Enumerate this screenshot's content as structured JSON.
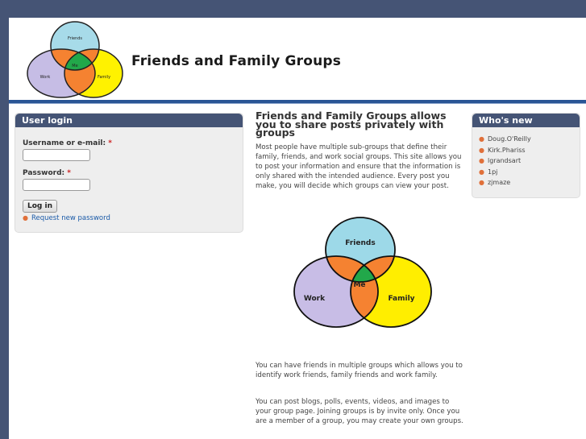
{
  "header": {
    "site_title": "Friends and Family Groups",
    "logo": {
      "labels": {
        "top": "Friends",
        "left": "Work",
        "right": "Family",
        "center": "Me"
      }
    }
  },
  "login": {
    "title": "User login",
    "username_label": "Username or e-mail:",
    "password_label": "Password:",
    "required_marker": "*",
    "username_value": "",
    "password_value": "",
    "login_button": "Log in",
    "request_password_link": "Request new password"
  },
  "main": {
    "heading": "Friends and Family Groups allows you to share posts privately with groups",
    "paragraph1": "Most people have multiple sub-groups that define their family,  friends, and work social groups.   This site allows you to post your information and ensure that the information is only shared with the intended audience.       Every post you make,  you will decide which groups can view your post.",
    "venn": {
      "friends": "Friends",
      "work": "Work",
      "family": "Family",
      "me": "Me",
      "colors": {
        "friends": "#9dd9e8",
        "work": "#c8bde6",
        "family": "#ffee00",
        "overlap": "#f58231",
        "me": "#22a84a"
      }
    },
    "paragraph2": "You can have friends in multiple groups which allows you to identify work friends,  family friends and work family.",
    "paragraph3": "You can post blogs,  polls,  events,  videos, and images to your group page.  Joining groups is by invite only.  Once you are a member of a group,  you may create your own groups."
  },
  "whos_new": {
    "title": "Who's new",
    "users": [
      "Doug.O'Reilly",
      "Kirk.Phariss",
      "lgrandsart",
      "1pj",
      "zjmaze"
    ]
  },
  "colors": {
    "brand": "#455475",
    "divider": "#2a5595",
    "link": "#1a5aa8",
    "bullet": "#e0703a"
  }
}
